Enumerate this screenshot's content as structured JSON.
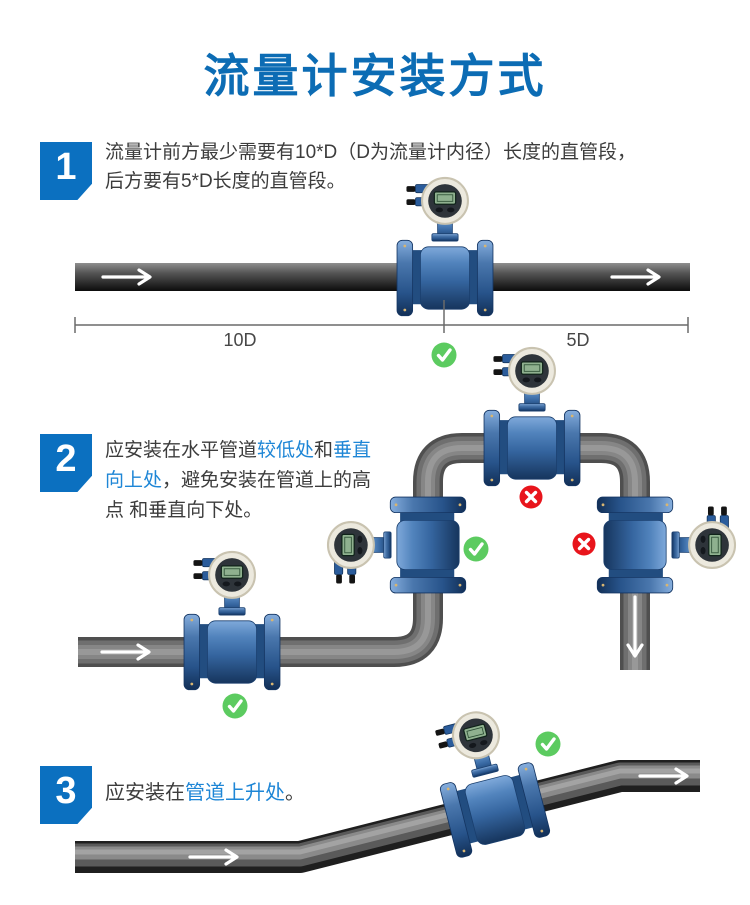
{
  "title": "流量计安装方式",
  "sections": {
    "s1": {
      "number": "1",
      "line1": "流量计前方最少需要有10*D（D为流量计内径）长度的直管段，",
      "line2": "后方要有5*D长度的直管段。",
      "dim_left": "10D",
      "dim_right": "5D"
    },
    "s2": {
      "number": "2",
      "r1": "应安装在水平管道",
      "r2": "较低处",
      "r3": "和",
      "r4": "垂直",
      "r5": "向上处",
      "r6": "，避免安装在管道上的高",
      "r7": "点 和垂直向下处。"
    },
    "s3": {
      "number": "3",
      "r1": "应安装在",
      "r2": "管道上升处",
      "r3": "。"
    }
  },
  "icons": {
    "check": "correct-installation",
    "cross": "wrong-installation",
    "arrow": "flow-direction"
  },
  "colors": {
    "title_blue": "#0c6cb4",
    "badge_blue": "#0b70c0",
    "accent_text_blue": "#1e86d6",
    "check_green": "#5ccb60",
    "cross_red": "#e8151c",
    "meter_blue": "#35659f",
    "pipe_dark": "#0d0d0d",
    "pipe_gray": "#8a8a8a"
  }
}
